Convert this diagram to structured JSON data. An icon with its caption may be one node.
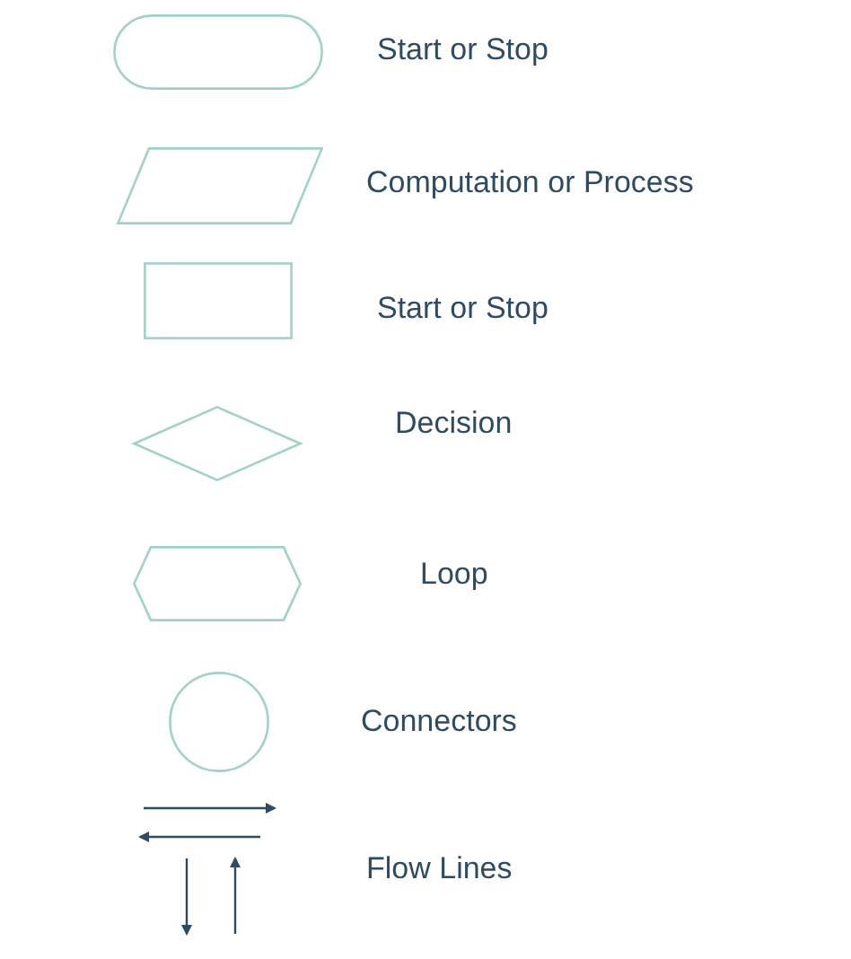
{
  "diagram": {
    "nodes": [
      {
        "text": [],
        "shape": "terminator",
        "beside": [
          "Start or Stop"
        ]
      },
      {
        "text": [],
        "shape": "parallelogram",
        "beside": [
          "Computation or Process"
        ]
      },
      {
        "text": [],
        "shape": "box",
        "beside": [
          "Start or Stop"
        ]
      },
      {
        "text": [],
        "shape": "diamond",
        "beside": [
          "Decision"
        ]
      },
      {
        "text": [],
        "shape": "hexagon",
        "beside": [
          "Loop"
        ]
      },
      {
        "text": [],
        "shape": "circle",
        "beside": [
          "Connectors"
        ]
      },
      {
        "text": [],
        "shape": "arrows",
        "beside": [
          "Flow Lines"
        ]
      }
    ]
  }
}
